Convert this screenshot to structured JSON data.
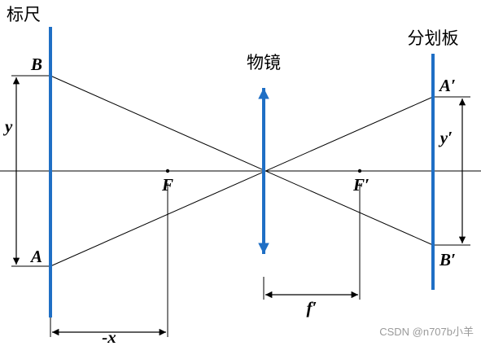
{
  "diagram": {
    "labels": {
      "staff": "标尺",
      "objective": "物镜",
      "reticle": "分划板",
      "point_b": "B",
      "point_a": "A",
      "point_a_prime": "A′",
      "point_b_prime": "B′",
      "object_height": "y",
      "image_height": "y′",
      "focus_front": "F",
      "focus_back": "F′",
      "dist_x": "-x",
      "dist_f_prime": "f′"
    },
    "colors": {
      "element": "#1f6fc5",
      "line": "#000000"
    }
  },
  "watermark": "CSDN @n707b小羊"
}
